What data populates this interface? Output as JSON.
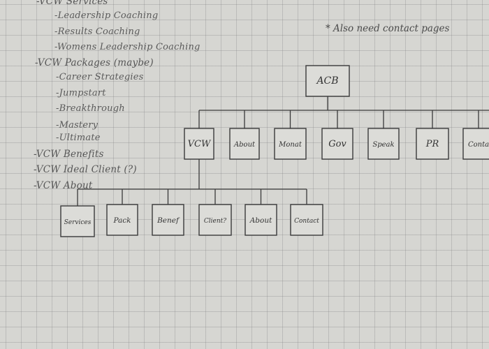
{
  "notes": {
    "lines": [
      {
        "text": "-VCW Services",
        "indent": false
      },
      {
        "text": "-Leadership Coaching",
        "indent": true
      },
      {
        "text": "-Results Coaching",
        "indent": true
      },
      {
        "text": "-Womens Leadership Coaching",
        "indent": true
      },
      {
        "text": "-VCW Packages (maybe)",
        "indent": false
      },
      {
        "text": "-Career Strategies",
        "indent": true
      },
      {
        "text": "-Jumpstart",
        "indent": true
      },
      {
        "text": "-Breakthrough",
        "indent": true
      },
      {
        "text": "-Mastery",
        "indent": true
      },
      {
        "text": "-Ultimate",
        "indent": true
      },
      {
        "text": "-VCW Benefits",
        "indent": false
      },
      {
        "text": "-VCW Ideal Client (?)",
        "indent": false
      },
      {
        "text": "-VCW About",
        "indent": false
      }
    ],
    "callout": "* Also need contact pages"
  },
  "tree": {
    "root": {
      "id": "acb",
      "label": "ACB"
    },
    "level1": [
      {
        "id": "vcw",
        "label": "VCW"
      },
      {
        "id": "about",
        "label": "About"
      },
      {
        "id": "monat",
        "label": "Monat"
      },
      {
        "id": "gov",
        "label": "Gov"
      },
      {
        "id": "speak",
        "label": "Speak"
      },
      {
        "id": "pr",
        "label": "PR"
      },
      {
        "id": "contact",
        "label": "Conta"
      }
    ],
    "level2": [
      {
        "id": "services",
        "label": "Services"
      },
      {
        "id": "pack",
        "label": "Pack"
      },
      {
        "id": "benef",
        "label": "Benef"
      },
      {
        "id": "client",
        "label": "Client?"
      },
      {
        "id": "about2",
        "label": "About"
      },
      {
        "id": "contact2",
        "label": "Contact"
      }
    ]
  }
}
